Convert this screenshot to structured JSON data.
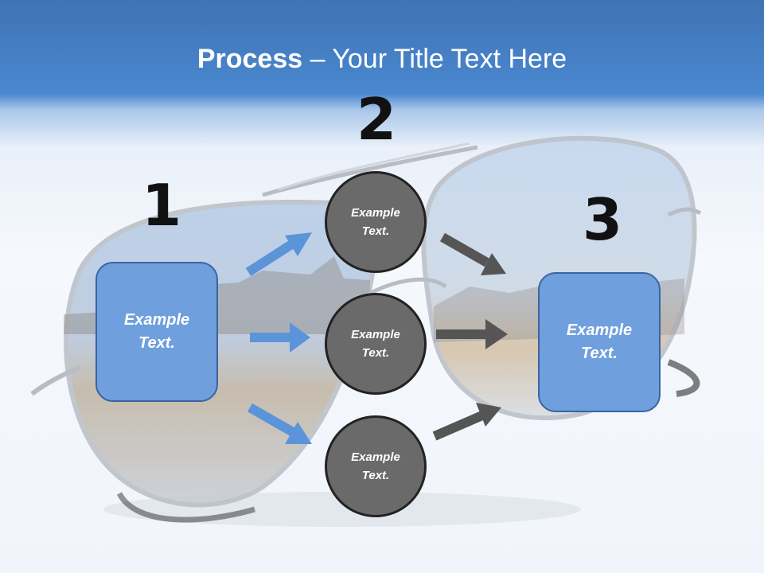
{
  "title": {
    "bold": "Process",
    "rest": " – Your Title Text Here"
  },
  "steps": {
    "one": "1",
    "two": "2",
    "three": "3"
  },
  "left_box": {
    "text": "Example Text."
  },
  "circles": [
    {
      "text": "Example Text."
    },
    {
      "text": "Example Text."
    },
    {
      "text": "Example Text."
    }
  ],
  "right_box": {
    "text": "Example Text."
  },
  "colors": {
    "box_fill": "#6f9fdc",
    "box_border": "#3c64a0",
    "circle_fill": "#6a6a6a",
    "header": "#4a88d0",
    "blue_arrow": "#5b94d8",
    "gray_arrow": "#555555"
  }
}
